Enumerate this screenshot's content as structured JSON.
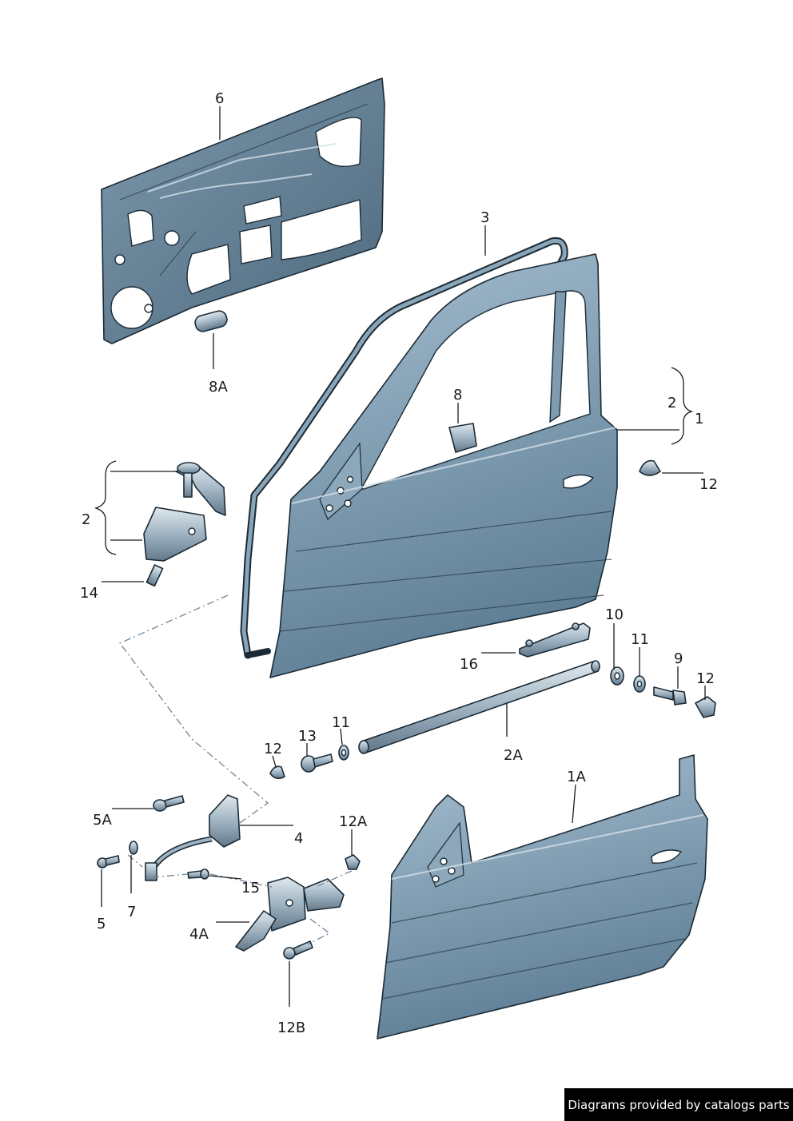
{
  "labels": {
    "part_6": "6",
    "part_3": "3",
    "part_8A": "8A",
    "part_8": "8",
    "part_2_top": "2",
    "part_1": "1",
    "part_12_a": "12",
    "part_2_left": "2",
    "part_14": "14",
    "part_10": "10",
    "part_11_a": "11",
    "part_9": "9",
    "part_16": "16",
    "part_12_b": "12",
    "part_2A": "2A",
    "part_12_c": "12",
    "part_13": "13",
    "part_11_b": "11",
    "part_1A": "1A",
    "part_5A": "5A",
    "part_4": "4",
    "part_12A": "12A",
    "part_7": "7",
    "part_5": "5",
    "part_15": "15",
    "part_4A": "4A",
    "part_12B": "12B"
  },
  "footer": {
    "text": "Diagrams provided by catalogs parts"
  },
  "colors": {
    "panel_light": "#a9c1d2",
    "panel_dark": "#5f7f96",
    "outline": "#1b2a35",
    "label": "#1a1a1a",
    "footer_bg": "#000000",
    "footer_text": "#ffffff"
  }
}
